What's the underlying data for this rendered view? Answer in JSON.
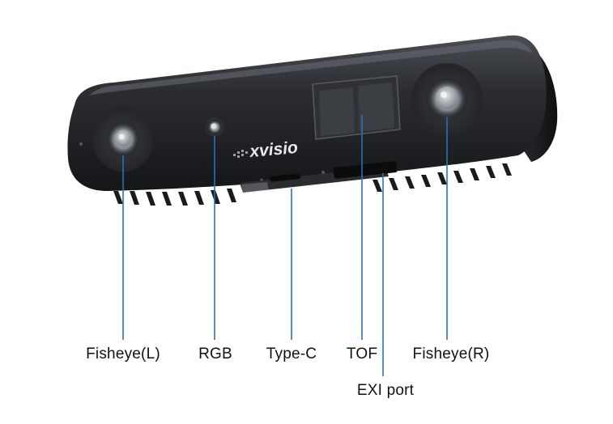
{
  "brand": {
    "logo_text": "xvisio"
  },
  "callouts": [
    {
      "id": "fisheye-left",
      "label": "Fisheye(L)"
    },
    {
      "id": "rgb",
      "label": "RGB"
    },
    {
      "id": "type-c",
      "label": "Type-C"
    },
    {
      "id": "tof",
      "label": "TOF"
    },
    {
      "id": "fisheye-right",
      "label": "Fisheye(R)"
    },
    {
      "id": "exi-port",
      "label": "EXI port"
    }
  ],
  "colors": {
    "leader_line": "#2e6fb8",
    "body_dark": "#1d1f22",
    "body_mid": "#3a3d42",
    "label_text": "#111111"
  }
}
